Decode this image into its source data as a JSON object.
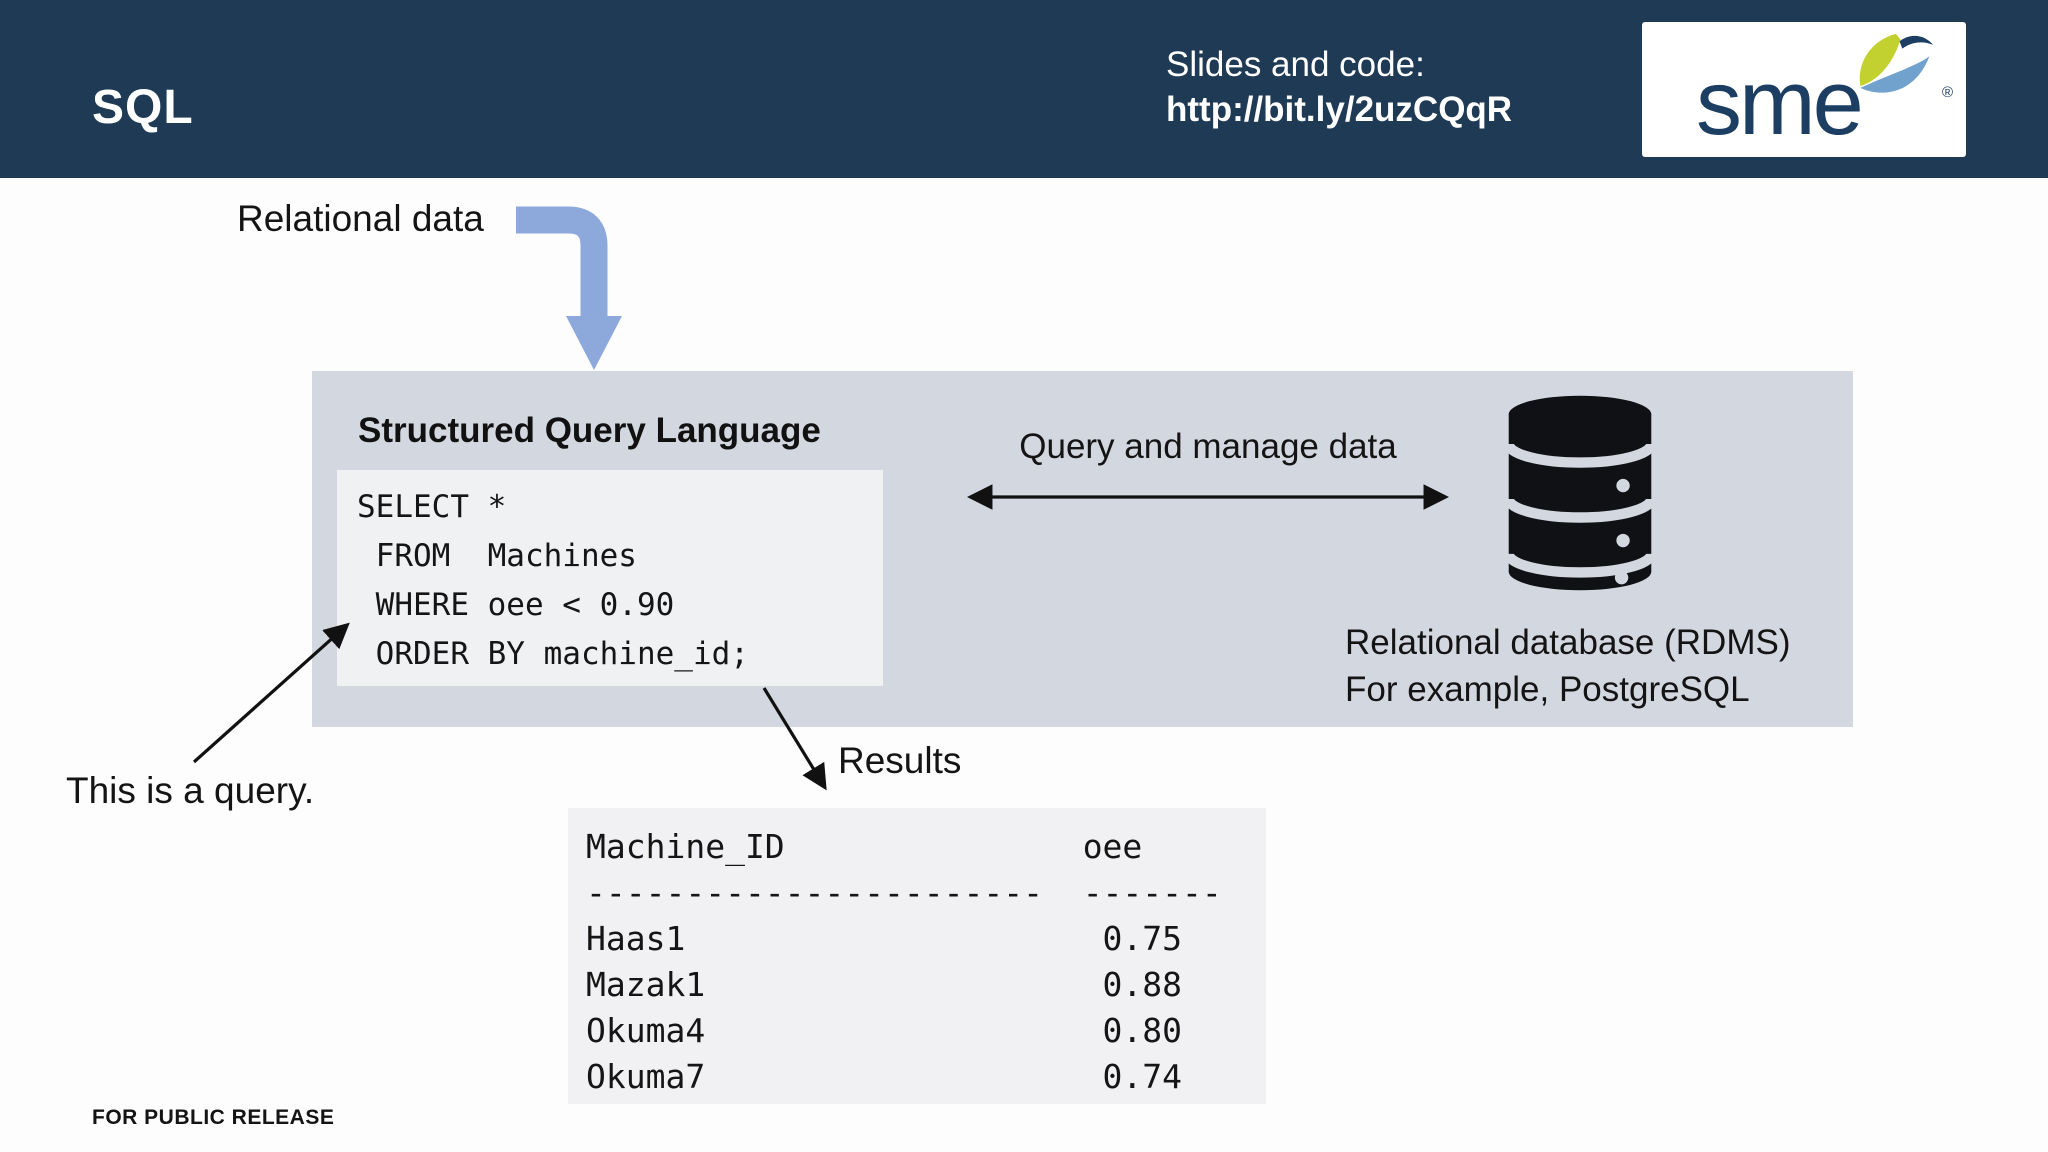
{
  "header": {
    "title": "SQL",
    "slides_label": "Slides and code:",
    "slides_url": "http://bit.ly/2uzCQqR",
    "logo_text": "sme",
    "logo_registered": "®"
  },
  "annotations": {
    "relational_data": "Relational data",
    "this_is_a_query": "This is a query.",
    "results": "Results",
    "footer": "FOR PUBLIC RELEASE"
  },
  "panel": {
    "heading": "Structured Query Language",
    "code_lines": [
      "SELECT *",
      " FROM  Machines",
      " WHERE oee < 0.90",
      " ORDER BY machine_id;"
    ],
    "arrow_label": "Query and manage data",
    "db_caption_line1": "Relational database (RDMS)",
    "db_caption_line2": "For example, PostgreSQL"
  },
  "results_table": {
    "columns": [
      "Machine_ID",
      "oee"
    ],
    "rows": [
      {
        "machine_id": "Haas1",
        "oee": "0.75"
      },
      {
        "machine_id": "Mazak1",
        "oee": "0.88"
      },
      {
        "machine_id": "Okuma4",
        "oee": "0.80"
      },
      {
        "machine_id": "Okuma7",
        "oee": "0.74"
      }
    ],
    "lines": [
      "Machine_ID               oee",
      "-----------------------  -------",
      "Haas1                     0.75",
      "Mazak1                    0.88",
      "Okuma4                    0.80",
      "Okuma7                    0.74"
    ]
  },
  "colors": {
    "header_bg": "#1e3a55",
    "panel_bg": "#d3d7e0",
    "code_bg": "#f0f1f3",
    "results_bg": "#f1f1f3",
    "arrow_blue": "#8da9db",
    "logo_navy": "#1c3e63",
    "logo_green": "#c3d130",
    "logo_blue": "#71a1cd",
    "text": "#141414"
  }
}
